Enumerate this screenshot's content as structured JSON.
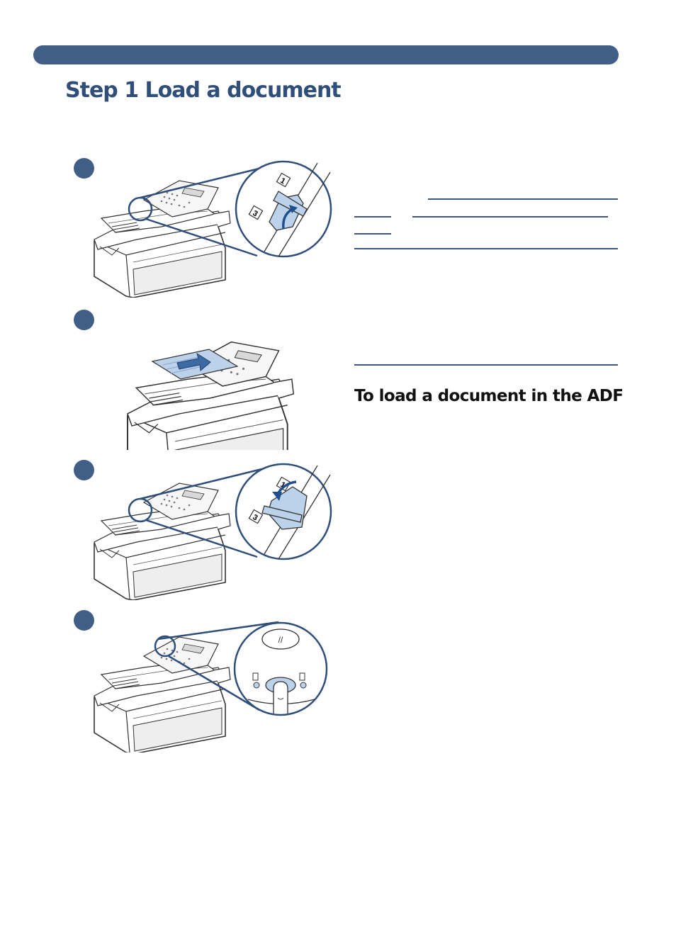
{
  "page": {
    "title": "Step 1 Load a document",
    "subtitle": "To load a document in the ADF"
  },
  "colors": {
    "accent": "#415e86",
    "title": "#2f4e7a",
    "illustration_fill": "#bcd1ea",
    "illustration_line": "#333333"
  },
  "illustrations": [
    {
      "name": "step-1-lever-up",
      "icon": "scanner-lever-position-icon",
      "callout_labels": [
        "1",
        "3"
      ]
    },
    {
      "name": "step-2-insert-document",
      "icon": "scanner-document-feed-icon",
      "callout_labels": []
    },
    {
      "name": "step-3-lever-down",
      "icon": "scanner-lever-position-icon",
      "callout_labels": [
        "1",
        "3"
      ]
    },
    {
      "name": "step-4-press-button",
      "icon": "scanner-button-press-icon",
      "callout_labels": [
        "//"
      ]
    }
  ]
}
